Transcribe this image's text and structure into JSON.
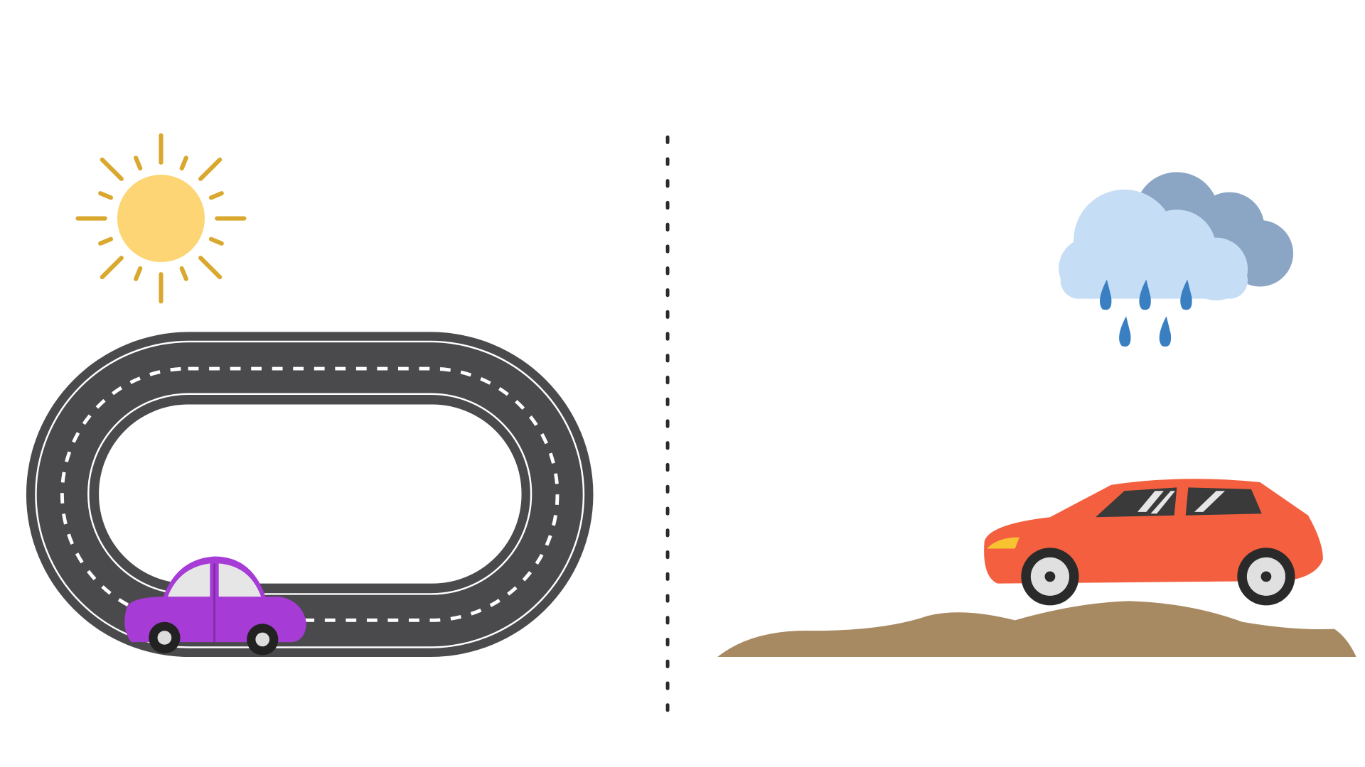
{
  "scene": {
    "left_panel": {
      "weather_icon": "sun-icon",
      "road": "oval-race-track",
      "vehicle": "purple-car-icon"
    },
    "divider": "dotted-vertical-line",
    "right_panel": {
      "weather_icon": "rain-cloud-icon",
      "terrain": "dirt-ground",
      "vehicle": "orange-hatchback-icon"
    }
  },
  "colors": {
    "background": "#ffffff",
    "sun_core": "#FDD574",
    "sun_rays": "#D9A82E",
    "track": "#4A4A4C",
    "track_lines": "#ffffff",
    "purple_car": "#A63BD6",
    "divider": "#2b2b2b",
    "cloud_back": "#8BA5C4",
    "cloud_front": "#C5DDF5",
    "rain_drops": "#3A7FC2",
    "ground": "#A88A62",
    "orange_car": "#F4603F"
  }
}
